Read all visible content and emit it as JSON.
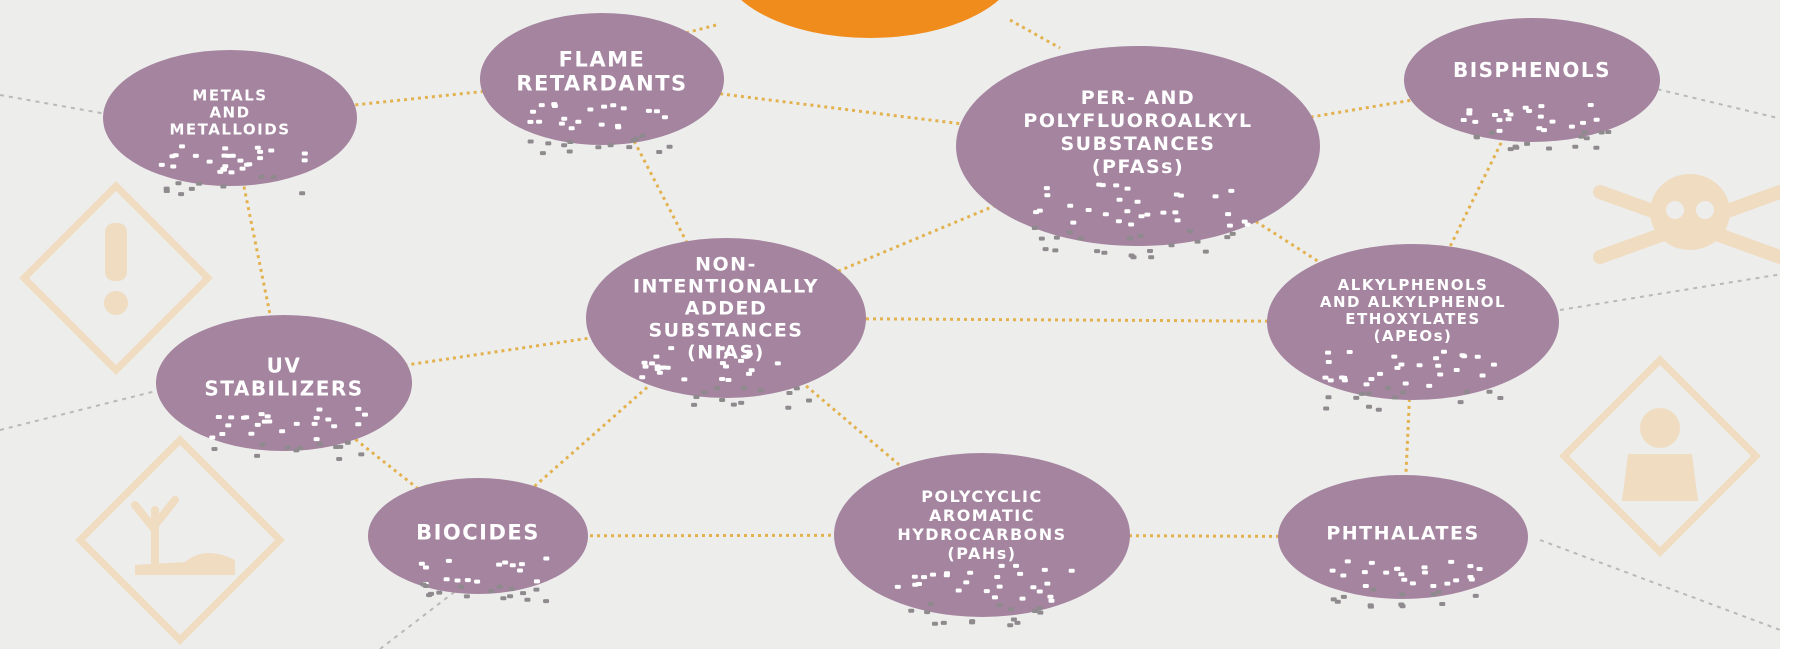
{
  "colors": {
    "background": "#ededec",
    "node_fill": "#a4849f",
    "node_text": "#ffffff",
    "dot": "#8f8a8d",
    "connector": "#e3b24f",
    "faint_line": "#b9b9b9",
    "hazard_icon": "#f0dcc0",
    "top_node": "#f08c1b"
  },
  "top_node": {
    "label": ""
  },
  "nodes": [
    {
      "id": "metals",
      "lines": [
        "METALS",
        "AND",
        "METALLOIDS"
      ]
    },
    {
      "id": "flame",
      "lines": [
        "FLAME",
        "RETARDANTS"
      ]
    },
    {
      "id": "pfas",
      "lines": [
        "PER- AND",
        "POLYFLUOROALKYL",
        "SUBSTANCES",
        "(PFASs)"
      ]
    },
    {
      "id": "bisphenols",
      "lines": [
        "BISPHENOLS"
      ]
    },
    {
      "id": "nias",
      "lines": [
        "NON-",
        "INTENTIONALLY",
        "ADDED",
        "SUBSTANCES",
        "(NIAS)"
      ]
    },
    {
      "id": "apeo",
      "lines": [
        "ALKYLPHENOLS",
        "AND ALKYLPHENOL",
        "ETHOXYLATES",
        "(APEOs)"
      ]
    },
    {
      "id": "uv",
      "lines": [
        "UV",
        "STABILIZERS"
      ]
    },
    {
      "id": "biocides",
      "lines": [
        "BIOCIDES"
      ]
    },
    {
      "id": "pah",
      "lines": [
        "POLYCYCLIC",
        "AROMATIC",
        "HYDROCARBONS",
        "(PAHs)"
      ]
    },
    {
      "id": "phthalates",
      "lines": [
        "PHTHALATES"
      ]
    }
  ],
  "edges": [
    [
      "metals",
      "flame"
    ],
    [
      "metals",
      "uv"
    ],
    [
      "flame",
      "nias"
    ],
    [
      "flame",
      "pfas"
    ],
    [
      "pfas",
      "nias"
    ],
    [
      "pfas",
      "bisphenols"
    ],
    [
      "pfas",
      "apeo"
    ],
    [
      "bisphenols",
      "apeo"
    ],
    [
      "nias",
      "uv"
    ],
    [
      "nias",
      "apeo"
    ],
    [
      "nias",
      "biocides"
    ],
    [
      "nias",
      "pah"
    ],
    [
      "uv",
      "biocides"
    ],
    [
      "biocides",
      "pah"
    ],
    [
      "pah",
      "phthalates"
    ],
    [
      "apeo",
      "phthalates"
    ]
  ],
  "hazard_icons": [
    {
      "id": "exclamation",
      "name": "exclamation-hazard-icon"
    },
    {
      "id": "skull",
      "name": "skull-crossbones-icon"
    },
    {
      "id": "health",
      "name": "health-hazard-icon"
    },
    {
      "id": "environment",
      "name": "environment-hazard-icon"
    }
  ]
}
